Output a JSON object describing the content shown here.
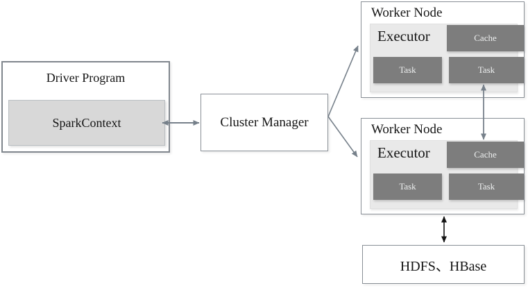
{
  "nodes": {
    "driver": {
      "title": "Driver Program",
      "spark_context_label": "SparkContext"
    },
    "cluster_manager": {
      "label": "Cluster Manager"
    },
    "workers": [
      {
        "title": "Worker Node",
        "executor_label": "Executor",
        "cache_label": "Cache",
        "task_labels": [
          "Task",
          "Task"
        ]
      },
      {
        "title": "Worker Node",
        "executor_label": "Executor",
        "cache_label": "Cache",
        "task_labels": [
          "Task",
          "Task"
        ]
      }
    ],
    "storage": {
      "label": "HDFS、HBase"
    }
  },
  "colors": {
    "background": "#ffffff",
    "box_border": "#898f96",
    "spark_context_fill": "#d8d8d8",
    "executor_fill": "#e9e9e9",
    "cache_task_fill": "#7d7d7d",
    "cache_task_text": "#eef0f0",
    "title_text": "#141414",
    "arrow_gray": "#76808a",
    "arrow_black": "#141414"
  }
}
